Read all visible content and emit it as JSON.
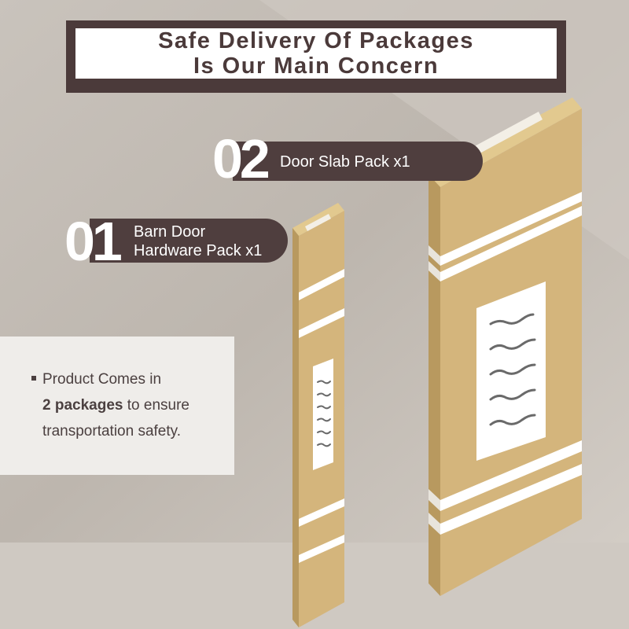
{
  "title": {
    "line1": "Safe Delivery Of Packages",
    "line2": "Is Our Main Concern"
  },
  "packages": [
    {
      "number": "01",
      "label_line1": "Barn Door",
      "label_line2": "Hardware Pack x1"
    },
    {
      "number": "02",
      "label": "Door Slab Pack x1"
    }
  ],
  "info": {
    "line1": "Product Comes in",
    "bold": "2 packages",
    "after_bold": " to ensure",
    "line3": "transportation safety."
  },
  "colors": {
    "accent": "#4b3a3a",
    "box": "#d4b57c",
    "box_side": "#c3a46a",
    "background": "#c7c1ba"
  }
}
